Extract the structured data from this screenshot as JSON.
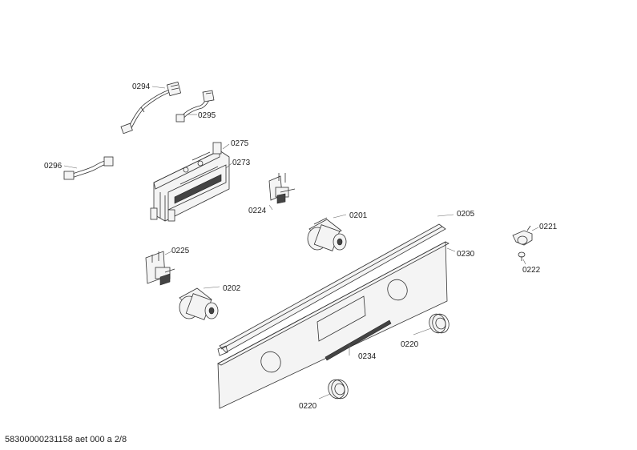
{
  "labels": {
    "p0294": "0294",
    "p0295": "0295",
    "p0296": "0296",
    "p0275": "0275",
    "p0273": "0273",
    "p0224": "0224",
    "p0201": "0201",
    "p0205": "0205",
    "p0221": "0221",
    "p0230": "0230",
    "p0222": "0222",
    "p0225": "0225",
    "p0202": "0202",
    "p0220a": "0220",
    "p0234": "0234",
    "p0220b": "0220"
  },
  "footer": {
    "doc_id": "58300000231158 aet 000 a 2/8"
  }
}
